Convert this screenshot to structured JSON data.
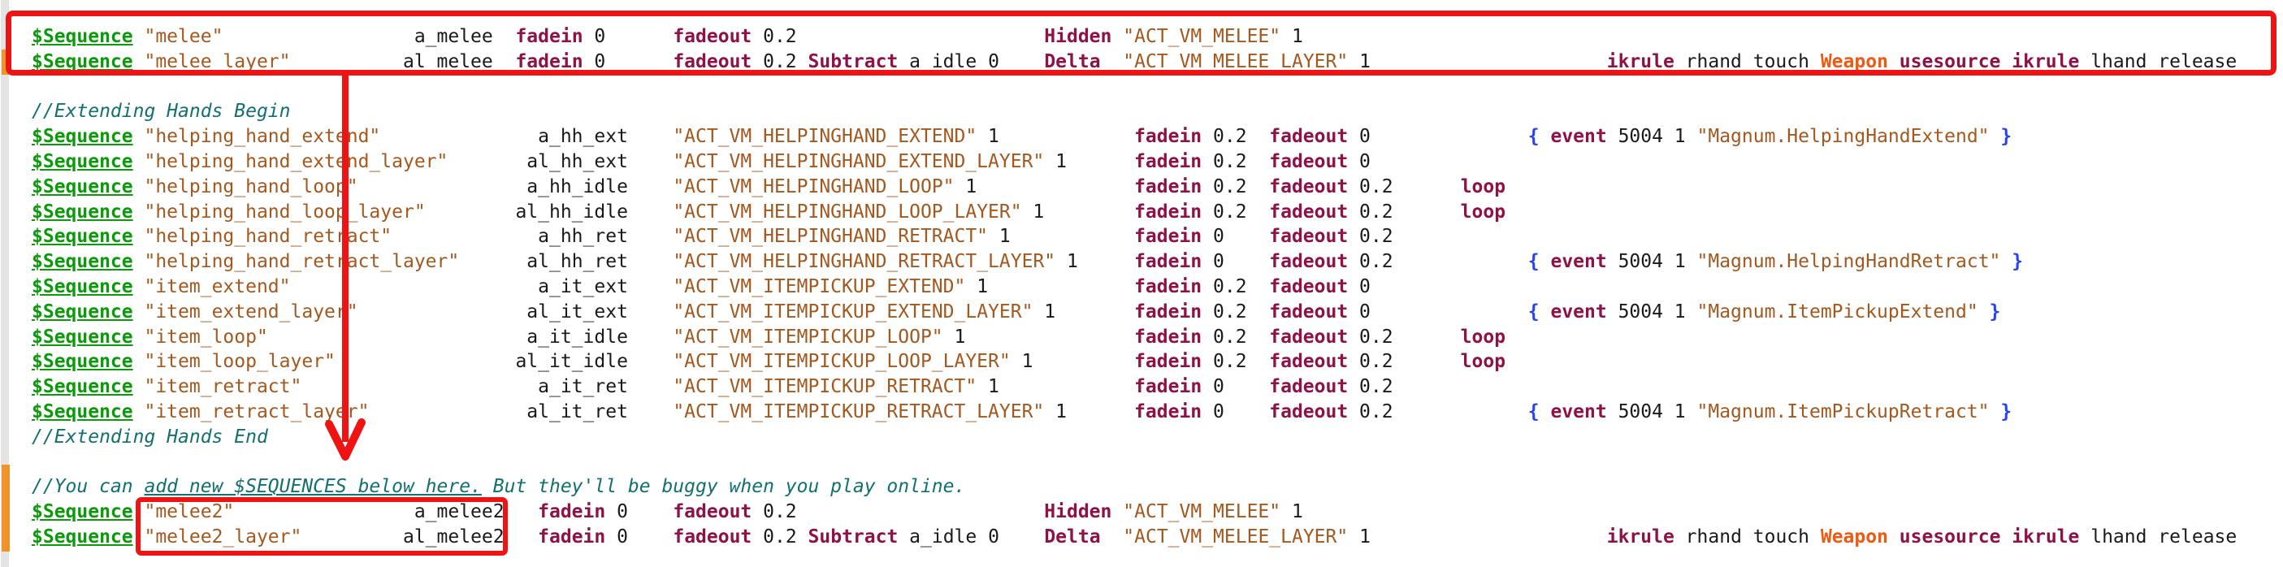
{
  "colors": {
    "background": "#ffffff",
    "seq_green": "#0a9a0a",
    "string_brown": "#a4581e",
    "keyword_maroon": "#8e1247",
    "comment_teal": "#127070",
    "brace_blue": "#2743ee",
    "weapon_orange": "#ee5a12",
    "text_black": "#1a1a1a",
    "annotation_red": "#ee1414",
    "marker_orange": "#f09329",
    "margin_grey": "#e4e4e4"
  },
  "code": {
    "lines": [
      [
        [
          "q",
          "$Sequence"
        ],
        [
          "t",
          " "
        ],
        [
          "s",
          "\"melee\""
        ],
        [
          "t",
          "                 a_melee  "
        ],
        [
          "k",
          "fadein"
        ],
        [
          "t",
          " 0      "
        ],
        [
          "k",
          "fadeout"
        ],
        [
          "t",
          " 0.2                      "
        ],
        [
          "k",
          "Hidden"
        ],
        [
          "t",
          " "
        ],
        [
          "s",
          "\"ACT_VM_MELEE\""
        ],
        [
          "t",
          " 1"
        ]
      ],
      [
        [
          "q",
          "$Sequence"
        ],
        [
          "t",
          " "
        ],
        [
          "s",
          "\"melee_layer\""
        ],
        [
          "t",
          "          al_melee  "
        ],
        [
          "k",
          "fadein"
        ],
        [
          "t",
          " 0      "
        ],
        [
          "k",
          "fadeout"
        ],
        [
          "t",
          " 0.2 "
        ],
        [
          "k",
          "Subtract"
        ],
        [
          "t",
          " a_idle 0    "
        ],
        [
          "k",
          "Delta"
        ],
        [
          "t",
          "  "
        ],
        [
          "s",
          "\"ACT_VM_MELEE_LAYER\""
        ],
        [
          "t",
          " 1                     "
        ],
        [
          "k",
          "ikrule"
        ],
        [
          "t",
          " rhand touch "
        ],
        [
          "w",
          "Weapon"
        ],
        [
          "t",
          " "
        ],
        [
          "k",
          "usesource"
        ],
        [
          "t",
          " "
        ],
        [
          "k",
          "ikrule"
        ],
        [
          "t",
          " lhand release"
        ]
      ],
      [],
      [
        [
          "c",
          "//Extending Hands Begin"
        ]
      ],
      [
        [
          "q",
          "$Sequence"
        ],
        [
          "t",
          " "
        ],
        [
          "s",
          "\"helping_hand_extend\""
        ],
        [
          "t",
          "              a_hh_ext    "
        ],
        [
          "s",
          "\"ACT_VM_HELPINGHAND_EXTEND\""
        ],
        [
          "t",
          " 1            "
        ],
        [
          "k",
          "fadein"
        ],
        [
          "t",
          " 0.2  "
        ],
        [
          "k",
          "fadeout"
        ],
        [
          "t",
          " 0              "
        ],
        [
          "b",
          "{"
        ],
        [
          "t",
          " "
        ],
        [
          "k",
          "event"
        ],
        [
          "t",
          " 5004 1 "
        ],
        [
          "s",
          "\"Magnum.HelpingHandExtend\""
        ],
        [
          "t",
          " "
        ],
        [
          "b",
          "}"
        ]
      ],
      [
        [
          "q",
          "$Sequence"
        ],
        [
          "t",
          " "
        ],
        [
          "s",
          "\"helping_hand_extend_layer\""
        ],
        [
          "t",
          "       al_hh_ext    "
        ],
        [
          "s",
          "\"ACT_VM_HELPINGHAND_EXTEND_LAYER\""
        ],
        [
          "t",
          " 1      "
        ],
        [
          "k",
          "fadein"
        ],
        [
          "t",
          " 0.2  "
        ],
        [
          "k",
          "fadeout"
        ],
        [
          "t",
          " 0"
        ]
      ],
      [
        [
          "q",
          "$Sequence"
        ],
        [
          "t",
          " "
        ],
        [
          "s",
          "\"helping_hand_loop\""
        ],
        [
          "t",
          "               a_hh_idle    "
        ],
        [
          "s",
          "\"ACT_VM_HELPINGHAND_LOOP\""
        ],
        [
          "t",
          " 1              "
        ],
        [
          "k",
          "fadein"
        ],
        [
          "t",
          " 0.2  "
        ],
        [
          "k",
          "fadeout"
        ],
        [
          "t",
          " 0.2      "
        ],
        [
          "k",
          "loop"
        ]
      ],
      [
        [
          "q",
          "$Sequence"
        ],
        [
          "t",
          " "
        ],
        [
          "s",
          "\"helping_hand_loop_layer\""
        ],
        [
          "t",
          "        al_hh_idle    "
        ],
        [
          "s",
          "\"ACT_VM_HELPINGHAND_LOOP_LAYER\""
        ],
        [
          "t",
          " 1        "
        ],
        [
          "k",
          "fadein"
        ],
        [
          "t",
          " 0.2  "
        ],
        [
          "k",
          "fadeout"
        ],
        [
          "t",
          " 0.2      "
        ],
        [
          "k",
          "loop"
        ]
      ],
      [
        [
          "q",
          "$Sequence"
        ],
        [
          "t",
          " "
        ],
        [
          "s",
          "\"helping_hand_retract\""
        ],
        [
          "t",
          "             a_hh_ret    "
        ],
        [
          "s",
          "\"ACT_VM_HELPINGHAND_RETRACT\""
        ],
        [
          "t",
          " 1           "
        ],
        [
          "k",
          "fadein"
        ],
        [
          "t",
          " 0    "
        ],
        [
          "k",
          "fadeout"
        ],
        [
          "t",
          " 0.2"
        ]
      ],
      [
        [
          "q",
          "$Sequence"
        ],
        [
          "t",
          " "
        ],
        [
          "s",
          "\"helping_hand_retract_layer\""
        ],
        [
          "t",
          "      al_hh_ret    "
        ],
        [
          "s",
          "\"ACT_VM_HELPINGHAND_RETRACT_LAYER\""
        ],
        [
          "t",
          " 1     "
        ],
        [
          "k",
          "fadein"
        ],
        [
          "t",
          " 0    "
        ],
        [
          "k",
          "fadeout"
        ],
        [
          "t",
          " 0.2            "
        ],
        [
          "b",
          "{"
        ],
        [
          "t",
          " "
        ],
        [
          "k",
          "event"
        ],
        [
          "t",
          " 5004 1 "
        ],
        [
          "s",
          "\"Magnum.HelpingHandRetract\""
        ],
        [
          "t",
          " "
        ],
        [
          "b",
          "}"
        ]
      ],
      [
        [
          "q",
          "$Sequence"
        ],
        [
          "t",
          " "
        ],
        [
          "s",
          "\"item_extend\""
        ],
        [
          "t",
          "                      a_it_ext    "
        ],
        [
          "s",
          "\"ACT_VM_ITEMPICKUP_EXTEND\""
        ],
        [
          "t",
          " 1             "
        ],
        [
          "k",
          "fadein"
        ],
        [
          "t",
          " 0.2  "
        ],
        [
          "k",
          "fadeout"
        ],
        [
          "t",
          " 0"
        ]
      ],
      [
        [
          "q",
          "$Sequence"
        ],
        [
          "t",
          " "
        ],
        [
          "s",
          "\"item_extend_layer\""
        ],
        [
          "t",
          "               al_it_ext    "
        ],
        [
          "s",
          "\"ACT_VM_ITEMPICKUP_EXTEND_LAYER\""
        ],
        [
          "t",
          " 1       "
        ],
        [
          "k",
          "fadein"
        ],
        [
          "t",
          " 0.2  "
        ],
        [
          "k",
          "fadeout"
        ],
        [
          "t",
          " 0              "
        ],
        [
          "b",
          "{"
        ],
        [
          "t",
          " "
        ],
        [
          "k",
          "event"
        ],
        [
          "t",
          " 5004 1 "
        ],
        [
          "s",
          "\"Magnum.ItemPickupExtend\""
        ],
        [
          "t",
          " "
        ],
        [
          "b",
          "}"
        ]
      ],
      [
        [
          "q",
          "$Sequence"
        ],
        [
          "t",
          " "
        ],
        [
          "s",
          "\"item_loop\""
        ],
        [
          "t",
          "                       a_it_idle    "
        ],
        [
          "s",
          "\"ACT_VM_ITEMPICKUP_LOOP\""
        ],
        [
          "t",
          " 1               "
        ],
        [
          "k",
          "fadein"
        ],
        [
          "t",
          " 0.2  "
        ],
        [
          "k",
          "fadeout"
        ],
        [
          "t",
          " 0.2      "
        ],
        [
          "k",
          "loop"
        ]
      ],
      [
        [
          "q",
          "$Sequence"
        ],
        [
          "t",
          " "
        ],
        [
          "s",
          "\"item_loop_layer\""
        ],
        [
          "t",
          "                al_it_idle    "
        ],
        [
          "s",
          "\"ACT_VM_ITEMPICKUP_LOOP_LAYER\""
        ],
        [
          "t",
          " 1         "
        ],
        [
          "k",
          "fadein"
        ],
        [
          "t",
          " 0.2  "
        ],
        [
          "k",
          "fadeout"
        ],
        [
          "t",
          " 0.2      "
        ],
        [
          "k",
          "loop"
        ]
      ],
      [
        [
          "q",
          "$Sequence"
        ],
        [
          "t",
          " "
        ],
        [
          "s",
          "\"item_retract\""
        ],
        [
          "t",
          "                     a_it_ret    "
        ],
        [
          "s",
          "\"ACT_VM_ITEMPICKUP_RETRACT\""
        ],
        [
          "t",
          " 1            "
        ],
        [
          "k",
          "fadein"
        ],
        [
          "t",
          " 0    "
        ],
        [
          "k",
          "fadeout"
        ],
        [
          "t",
          " 0.2"
        ]
      ],
      [
        [
          "q",
          "$Sequence"
        ],
        [
          "t",
          " "
        ],
        [
          "s",
          "\"item_retract_layer\""
        ],
        [
          "t",
          "              al_it_ret    "
        ],
        [
          "s",
          "\"ACT_VM_ITEMPICKUP_RETRACT_LAYER\""
        ],
        [
          "t",
          " 1      "
        ],
        [
          "k",
          "fadein"
        ],
        [
          "t",
          " 0    "
        ],
        [
          "k",
          "fadeout"
        ],
        [
          "t",
          " 0.2            "
        ],
        [
          "b",
          "{"
        ],
        [
          "t",
          " "
        ],
        [
          "k",
          "event"
        ],
        [
          "t",
          " 5004 1 "
        ],
        [
          "s",
          "\"Magnum.ItemPickupRetract\""
        ],
        [
          "t",
          " "
        ],
        [
          "b",
          "}"
        ]
      ],
      [
        [
          "c",
          "//Extending Hands End"
        ]
      ],
      [],
      [
        [
          "c",
          "//You can "
        ],
        [
          "u",
          "add new $SEQUENCES below here."
        ],
        [
          "c",
          " But they'll be buggy when you play online."
        ]
      ],
      [
        [
          "q",
          "$Sequence"
        ],
        [
          "t",
          " "
        ],
        [
          "s",
          "\"melee2\""
        ],
        [
          "t",
          "                a_melee2   "
        ],
        [
          "k",
          "fadein"
        ],
        [
          "t",
          " 0    "
        ],
        [
          "k",
          "fadeout"
        ],
        [
          "t",
          " 0.2                      "
        ],
        [
          "k",
          "Hidden"
        ],
        [
          "t",
          " "
        ],
        [
          "s",
          "\"ACT_VM_MELEE\""
        ],
        [
          "t",
          " 1"
        ]
      ],
      [
        [
          "q",
          "$Sequence"
        ],
        [
          "t",
          " "
        ],
        [
          "s",
          "\"melee2_layer\""
        ],
        [
          "t",
          "         al_melee2   "
        ],
        [
          "k",
          "fadein"
        ],
        [
          "t",
          " 0    "
        ],
        [
          "k",
          "fadeout"
        ],
        [
          "t",
          " 0.2 "
        ],
        [
          "k",
          "Subtract"
        ],
        [
          "t",
          " a_idle 0    "
        ],
        [
          "k",
          "Delta"
        ],
        [
          "t",
          "  "
        ],
        [
          "s",
          "\"ACT_VM_MELEE_LAYER\""
        ],
        [
          "t",
          " 1                     "
        ],
        [
          "k",
          "ikrule"
        ],
        [
          "t",
          " rhand touch "
        ],
        [
          "w",
          "Weapon"
        ],
        [
          "t",
          " "
        ],
        [
          "k",
          "usesource"
        ],
        [
          "t",
          " "
        ],
        [
          "k",
          "ikrule"
        ],
        [
          "t",
          " lhand release"
        ]
      ]
    ]
  }
}
